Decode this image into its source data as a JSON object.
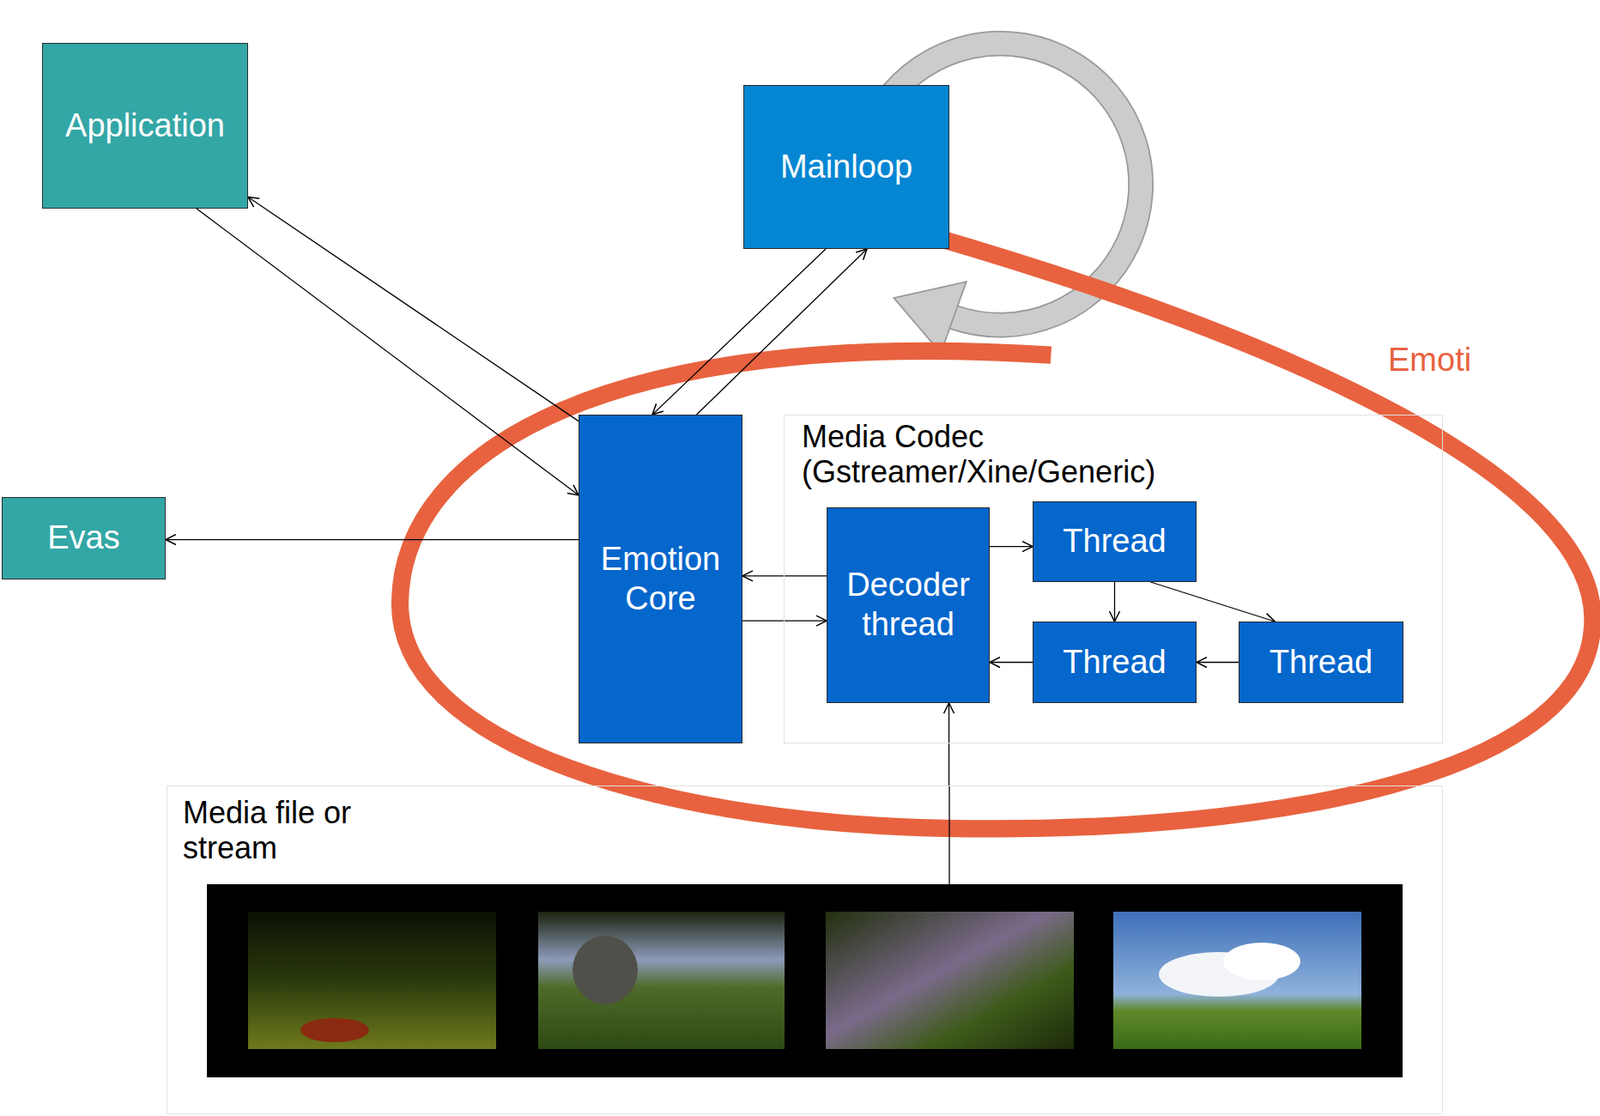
{
  "diagram": {
    "nodes": [
      {
        "text": [
          "Application"
        ]
      },
      {
        "text": [
          "Mainloop"
        ]
      },
      {
        "text": [
          "Evas"
        ]
      },
      {
        "text": [
          "Emotion Core"
        ]
      },
      {
        "text": [
          "Media Codec (Gstreamer/Xine/Generic)"
        ]
      },
      {
        "text": [
          "Decoder thread"
        ],
        "in": 4
      },
      {
        "text": [
          "Thread"
        ],
        "in": 4
      },
      {
        "text": [
          "Thread"
        ],
        "in": 4
      },
      {
        "text": [
          "Thread"
        ],
        "in": 4
      },
      {
        "text": [
          "Media file or stream"
        ]
      }
    ],
    "edges": [
      {
        "from": 0,
        "to": 3,
        "arrow": "to"
      },
      {
        "from": 3,
        "to": 0,
        "arrow": "to"
      },
      {
        "from": 1,
        "to": 3,
        "arrow": "to"
      },
      {
        "from": 3,
        "to": 1,
        "arrow": "to"
      },
      {
        "from": 3,
        "to": 2,
        "arrow": "to"
      },
      {
        "from": 5,
        "to": 3,
        "arrow": "to"
      },
      {
        "from": 3,
        "to": 5,
        "arrow": "to"
      },
      {
        "from": 5,
        "to": 6,
        "arrow": "to"
      },
      {
        "from": 6,
        "to": 7,
        "arrow": "to"
      },
      {
        "from": 6,
        "to": 8,
        "arrow": "to"
      },
      {
        "from": 8,
        "to": 7,
        "arrow": "to"
      },
      {
        "from": 7,
        "to": 5,
        "arrow": "to"
      },
      {
        "from": 9,
        "to": 5,
        "arrow": "to"
      }
    ],
    "labels": [
      "Emoti"
    ]
  }
}
